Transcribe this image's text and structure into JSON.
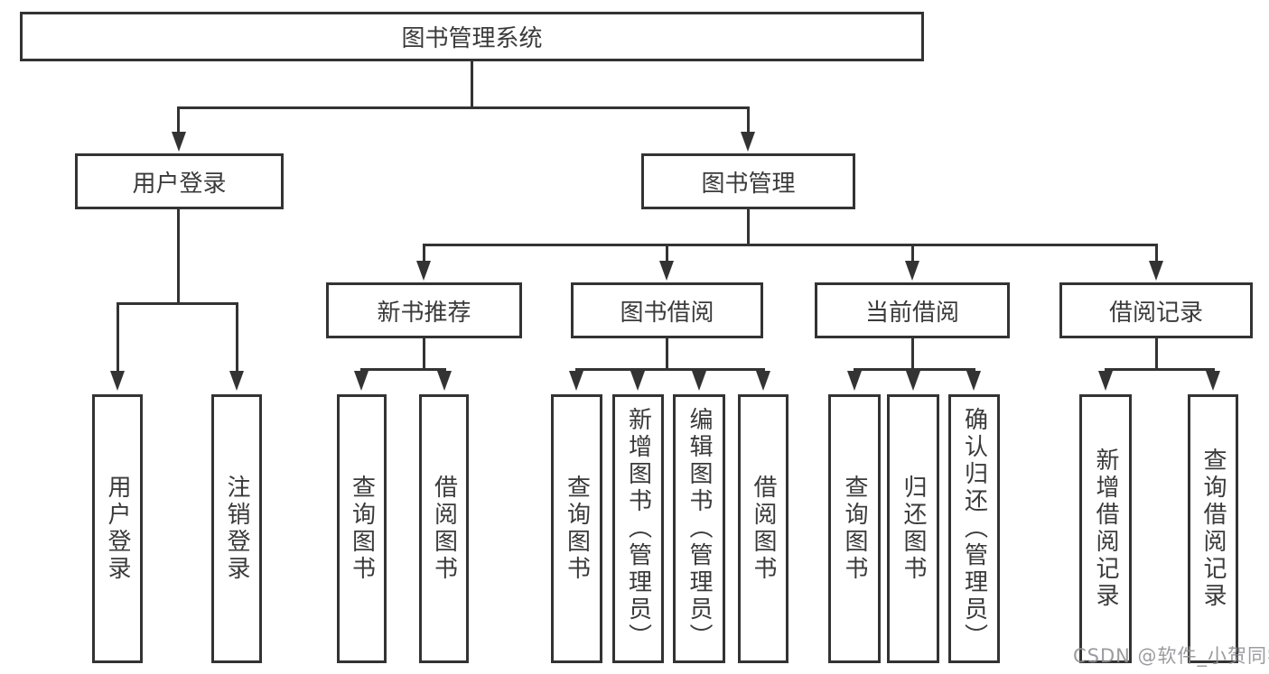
{
  "diagram_title": "图书管理系统",
  "nodes": {
    "root": "图书管理系统",
    "user_login": "用户登录",
    "book_mgmt": "图书管理",
    "new_book_rec": "新书推荐",
    "book_borrow": "图书借阅",
    "current_borrow": "当前借阅",
    "borrow_records": "借阅记录",
    "ul_user_login": "用户登录",
    "ul_logout": "注销登录",
    "nr_query_book": "查询图书",
    "nr_borrow_book": "借阅图书",
    "bb_query_book": "查询图书",
    "bb_add_book": "新增图书（管理员）",
    "bb_edit_book": "编辑图书（管理员）",
    "bb_borrow_book": "借阅图书",
    "cb_query_book": "查询图书",
    "cb_return_book": "归还图书",
    "cb_confirm_return": "确认归还（管理员）",
    "br_add_record": "新增借阅记录",
    "br_query_record": "查询借阅记录"
  },
  "watermark": "CSDN @软件_小贺同学",
  "colors": {
    "line": "#333333",
    "text": "#3a3a3a",
    "background": "#ffffff",
    "watermark": "#909096"
  }
}
